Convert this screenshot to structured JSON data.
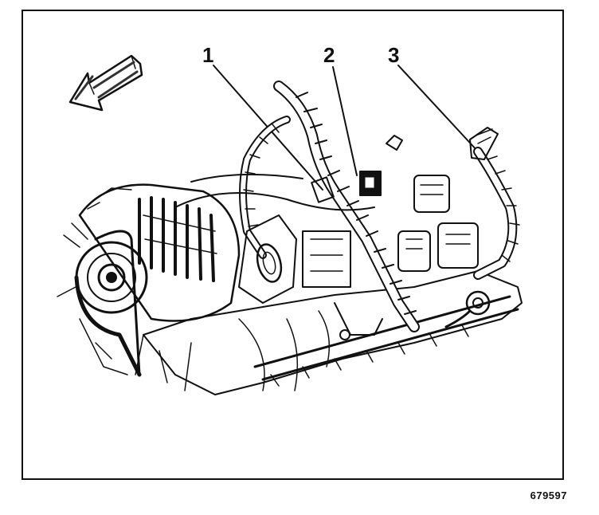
{
  "callouts": [
    "1",
    "2",
    "3"
  ],
  "figure_id": "679597",
  "colors": {
    "ink": "#111111",
    "paper": "#ffffff"
  },
  "icons": {
    "direction_arrow": "forward-arrow-icon"
  }
}
